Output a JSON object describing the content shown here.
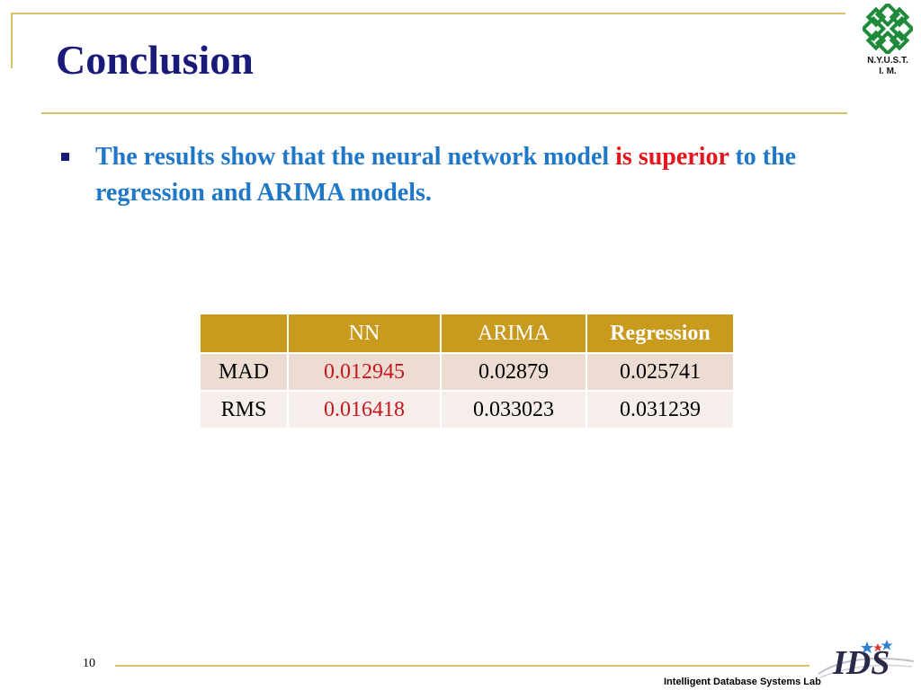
{
  "slide": {
    "title": "Conclusion",
    "logo": {
      "icon": "nyust-emblem-icon",
      "line1": "N.Y.U.S.T.",
      "line2": "I. M."
    },
    "bullet": {
      "text_before": "The results show that the neural network model ",
      "highlight": "is superior",
      "text_after": " to the regression and ARIMA models."
    },
    "table": {
      "headers": [
        "",
        "NN",
        "ARIMA",
        "Regression"
      ],
      "rows": [
        {
          "label": "MAD",
          "nn": "0.012945",
          "arima": "0.02879",
          "regression": "0.025741"
        },
        {
          "label": "RMS",
          "nn": "0.016418",
          "arima": "0.033023",
          "regression": "0.031239"
        }
      ]
    },
    "footer": {
      "page_number": "10",
      "lab_name": "Intelligent Database Systems Lab",
      "lab_logo_text": "IDS",
      "lab_logo_icon": "ids-lab-logo-icon"
    },
    "colors": {
      "title": "#1a1a7a",
      "bullet_text": "#1f77c7",
      "highlight": "#e8141c",
      "table_header": "#c89a1e",
      "rule": "#d9c36a",
      "nn_values": "#c8161e"
    }
  }
}
